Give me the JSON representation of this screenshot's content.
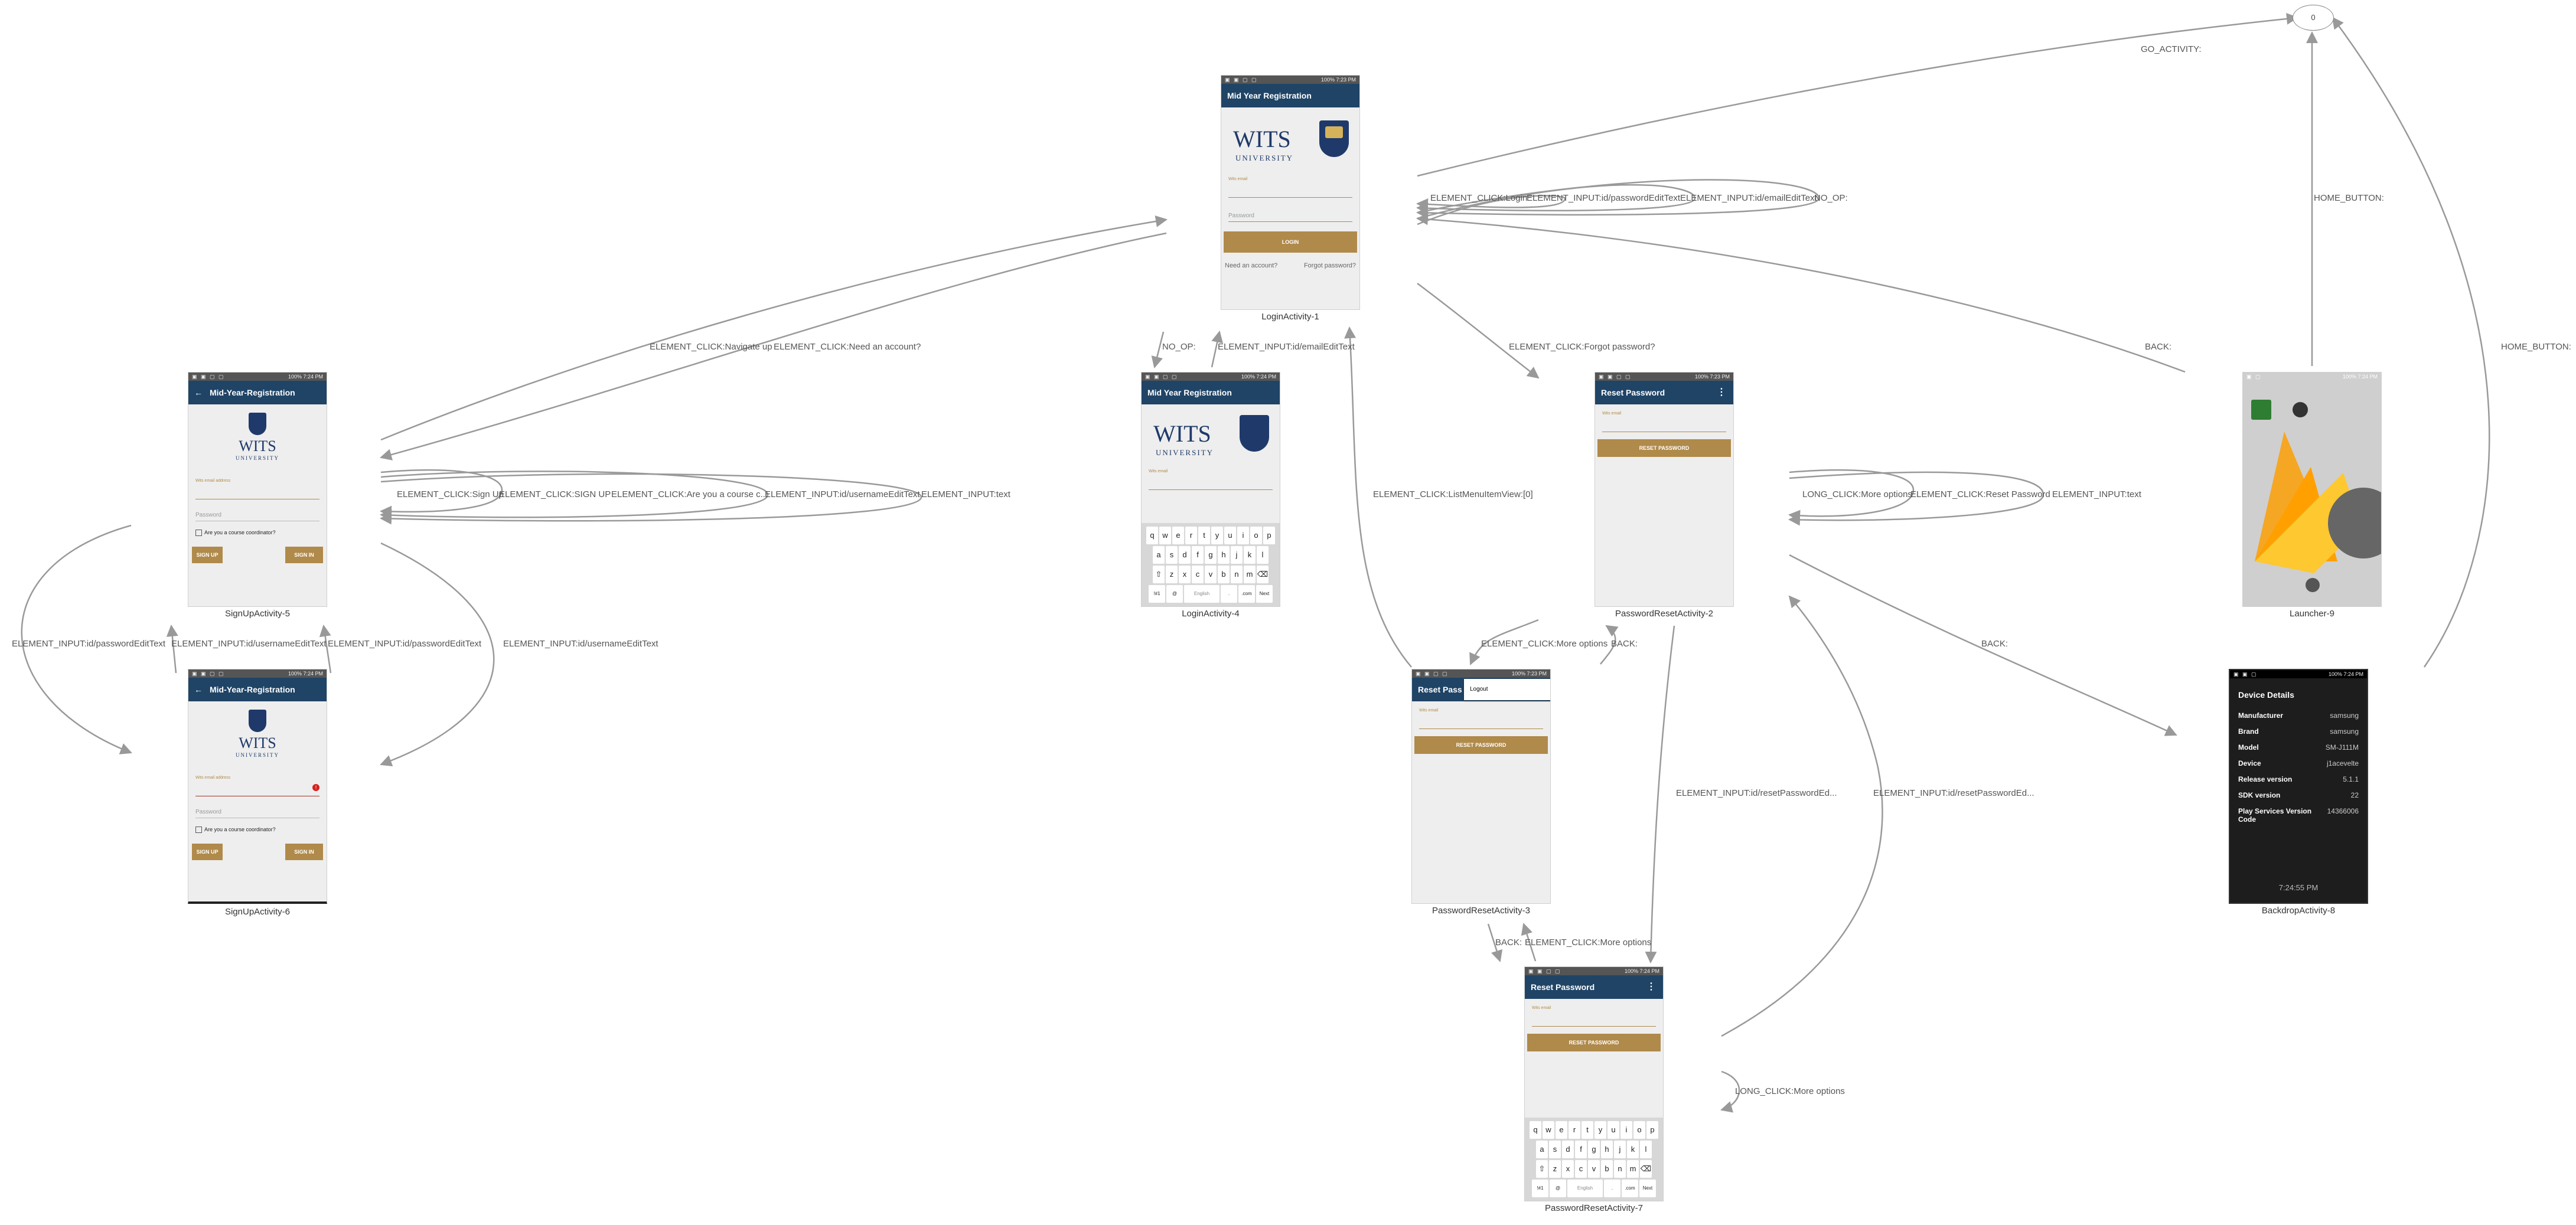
{
  "graph": {
    "start_node": {
      "label": "0"
    },
    "nodes": {
      "login1": {
        "caption": "LoginActivity-1",
        "title": "Mid Year Registration",
        "email_hint": "Wits email",
        "password_hint": "Password",
        "button": "LOGIN",
        "need_account": "Need an account?",
        "forgot": "Forgot password?",
        "status_right": "100% 7:23 PM"
      },
      "login4": {
        "caption": "LoginActivity-4",
        "title": "Mid Year Registration",
        "email_hint": "Wits email",
        "status_right": "100% 7:24 PM"
      },
      "signup5": {
        "caption": "SignUpActivity-5",
        "title": "Mid-Year-Registration",
        "email_hint": "Wits email address",
        "password_hint": "Password",
        "checkbox": "Are you a course coordinator?",
        "signup_btn": "SIGN UP",
        "signin_btn": "SIGN IN",
        "status_right": "100% 7:24 PM"
      },
      "signup6": {
        "caption": "SignUpActivity-6",
        "title": "Mid-Year-Registration",
        "email_hint": "Wits email address",
        "password_hint": "Password",
        "checkbox": "Are you a course coordinator?",
        "signup_btn": "SIGN UP",
        "signin_btn": "SIGN IN",
        "status_right": "100% 7:24 PM"
      },
      "reset2": {
        "caption": "PasswordResetActivity-2",
        "title": "Reset Password",
        "email_hint": "Wits email",
        "button": "RESET PASSWORD",
        "status_right": "100% 7:23 PM"
      },
      "reset3": {
        "caption": "PasswordResetActivity-3",
        "title": "Reset Pass",
        "menu_item": "Logout",
        "email_hint": "Wits email",
        "button": "RESET PASSWORD",
        "status_right": "100% 7:23 PM"
      },
      "reset7": {
        "caption": "PasswordResetActivity-7",
        "title": "Reset Password",
        "email_hint": "Wits email",
        "button": "RESET PASSWORD",
        "status_right": "100% 7:24 PM"
      },
      "launcher9": {
        "caption": "Launcher-9",
        "status_right": "100% 7:24 PM"
      },
      "backdrop8": {
        "caption": "BackdropActivity-8",
        "title": "Device Details",
        "rows": [
          {
            "k": "Manufacturer",
            "v": "samsung"
          },
          {
            "k": "Brand",
            "v": "samsung"
          },
          {
            "k": "Model",
            "v": "SM-J111M"
          },
          {
            "k": "Device",
            "v": "j1acevelte"
          },
          {
            "k": "Release version",
            "v": "5.1.1"
          },
          {
            "k": "SDK version",
            "v": "22"
          },
          {
            "k": "Play Services Version Code",
            "v": "14366006"
          }
        ],
        "time": "7:24:55 PM",
        "status_right": "100% 7:24 PM"
      }
    },
    "keyboard": {
      "row1": [
        "q",
        "w",
        "e",
        "r",
        "t",
        "y",
        "u",
        "i",
        "o",
        "p"
      ],
      "row2": [
        "a",
        "s",
        "d",
        "f",
        "g",
        "h",
        "j",
        "k",
        "l"
      ],
      "row3": [
        "⇧",
        "z",
        "x",
        "c",
        "v",
        "b",
        "n",
        "m",
        "⌫"
      ],
      "row4": [
        "!#1",
        "@",
        "English",
        ".",
        ".com",
        "Next"
      ]
    },
    "wits": {
      "word": "WITS",
      "sub": "UNIVERSITY"
    },
    "edge_labels": {
      "go_activity": "GO_ACTIVITY:",
      "home_button_1": "HOME_BUTTON:",
      "home_button_2": "HOME_BUTTON:",
      "login_self": "ELEMENT_CLICK:Login",
      "login_self_2": "ELEMENT_INPUT:id/passwordEditText",
      "login_self_3": "ELEMENT_INPUT:id/emailEditText",
      "login_self_4": "NO_OP:",
      "nav_to_signup": "ELEMENT_CLICK:Navigate up",
      "need_account": "ELEMENT_CLICK:Need an account?",
      "no_op": "NO_OP:",
      "email_input": "ELEMENT_INPUT:id/emailEditText",
      "forgot": "ELEMENT_CLICK:Forgot password?",
      "back_1": "BACK:",
      "signup_self_1": "ELEMENT_CLICK:Sign Up",
      "signup_self_2": "ELEMENT_CLICK:SIGN UP",
      "signup_self_3": "ELEMENT_CLICK:Are you a course c...",
      "signup_self_4": "ELEMENT_INPUT:id/usernameEditText",
      "signup_self_5": "ELEMENT_INPUT:text",
      "list_menu": "ELEMENT_CLICK:ListMenuItemView:[0]",
      "reset_self_1": "LONG_CLICK:More options",
      "reset_self_2": "ELEMENT_CLICK:Reset Password",
      "reset_self_3": "ELEMENT_INPUT:text",
      "more_back": "ELEMENT_CLICK:More options",
      "back_2": "BACK:",
      "back_3": "BACK:",
      "reset_pw_1": "ELEMENT_INPUT:id/resetPasswordEd...",
      "reset_pw_2": "ELEMENT_INPUT:id/resetPasswordEd...",
      "back_4": "BACK:",
      "more_options": "ELEMENT_CLICK:More options",
      "long_click": "LONG_CLICK:More options",
      "su_pw_1": "ELEMENT_INPUT:id/passwordEditText",
      "su_user_1": "ELEMENT_INPUT:id/usernameEditText",
      "su_pw_2": "ELEMENT_INPUT:id/passwordEditText",
      "su_user_2": "ELEMENT_INPUT:id/usernameEditText"
    }
  }
}
